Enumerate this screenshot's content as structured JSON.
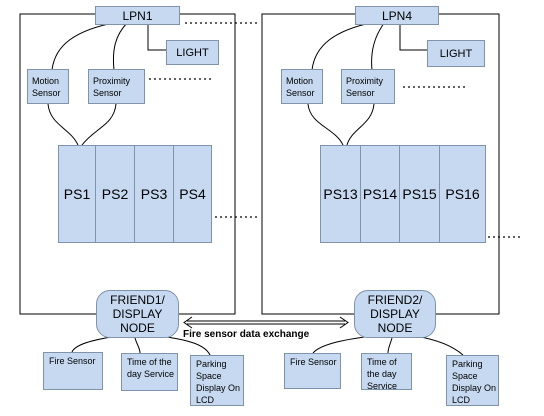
{
  "left_group": {
    "lpn": "LPN1",
    "light": "LIGHT",
    "motion_sensor": "Motion Sensor",
    "proximity_sensor": "Proximity Sensor",
    "parking_spaces": [
      "PS1",
      "PS2",
      "PS3",
      "PS4"
    ],
    "node": [
      "FRIEND1/",
      "DISPLAY",
      "NODE"
    ],
    "services": {
      "fire": "Fire Sensor",
      "time": "Time of the day Service",
      "display": "Parking Space Display On LCD"
    }
  },
  "right_group": {
    "lpn": "LPN4",
    "light": "LIGHT",
    "motion_sensor": "Motion Sensor",
    "proximity_sensor": "Proximity Sensor",
    "parking_spaces": [
      "PS13",
      "PS14",
      "PS15",
      "PS16"
    ],
    "node": [
      "FRIEND2/",
      "DISPLAY",
      "NODE"
    ],
    "services": {
      "fire": "Fire Sensor",
      "time": "Time of the day Service",
      "display": "Parking Space Display On LCD"
    }
  },
  "exchange_label": "Fire sensor data exchange",
  "colors": {
    "box_fill": "#c6d9f0",
    "box_border": "#7f93ab",
    "line": "#000000"
  }
}
